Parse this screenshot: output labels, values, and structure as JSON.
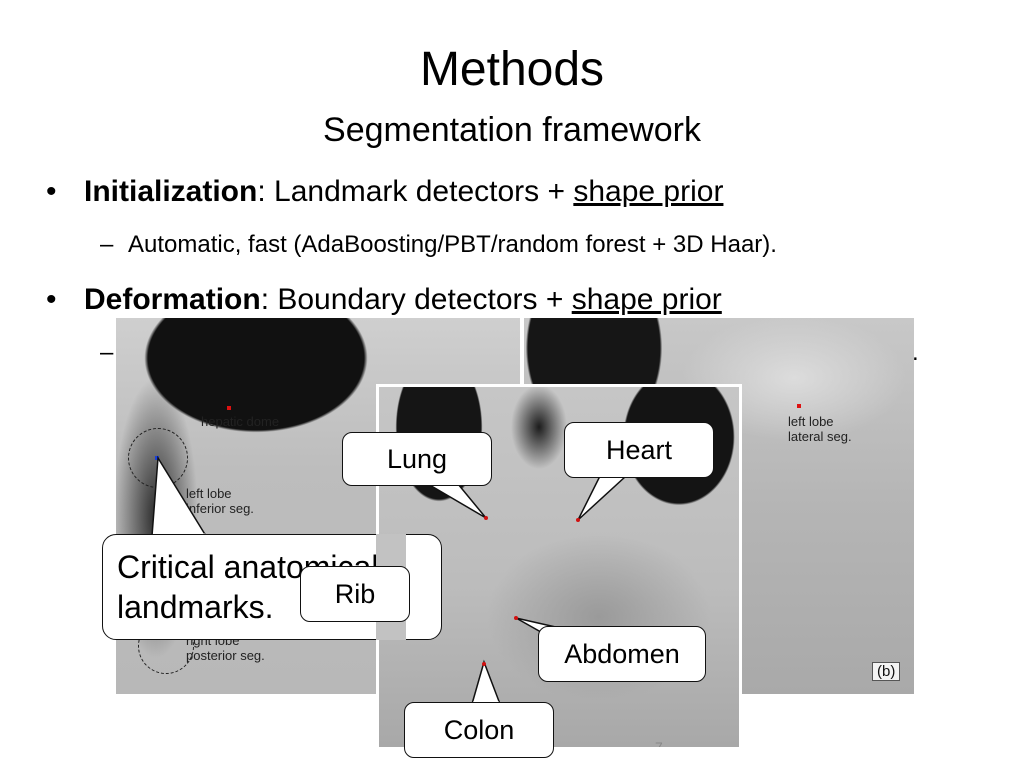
{
  "slide": {
    "title": "Methods",
    "subtitle": "Segmentation framework",
    "page_number": "7"
  },
  "bullets": [
    {
      "bold": "Initialization",
      "rest": ": Landmark detectors + ",
      "underlined": "shape prior",
      "sub": "Automatic, fast (AdaBoosting/PBT/random forest + 3D Haar)."
    },
    {
      "bold": "Deformation",
      "rest": ": Boundary detectors + ",
      "underlined": "shape prior",
      "sub_visible_tail": "s."
    }
  ],
  "figure_a": {
    "labels": {
      "hepatic_dome": "hepatic dome",
      "left_lobe_inferior": "left lobe\ninferior seg.",
      "right_lobe_posterior": "right lobe\nposterior seg."
    }
  },
  "figure_b": {
    "labels": {
      "left_lobe_lateral": "left lobe\nlateral seg."
    },
    "panel_tag": "(b)"
  },
  "callouts": {
    "critical": "Critical anatomical\nlandmarks.",
    "lung": "Lung",
    "heart": "Heart",
    "rib": "Rib",
    "abdomen": "Abdomen",
    "colon": "Colon"
  },
  "colors": {
    "landmark_red": "#d11111",
    "landmark_blue": "#1a3fd8"
  }
}
